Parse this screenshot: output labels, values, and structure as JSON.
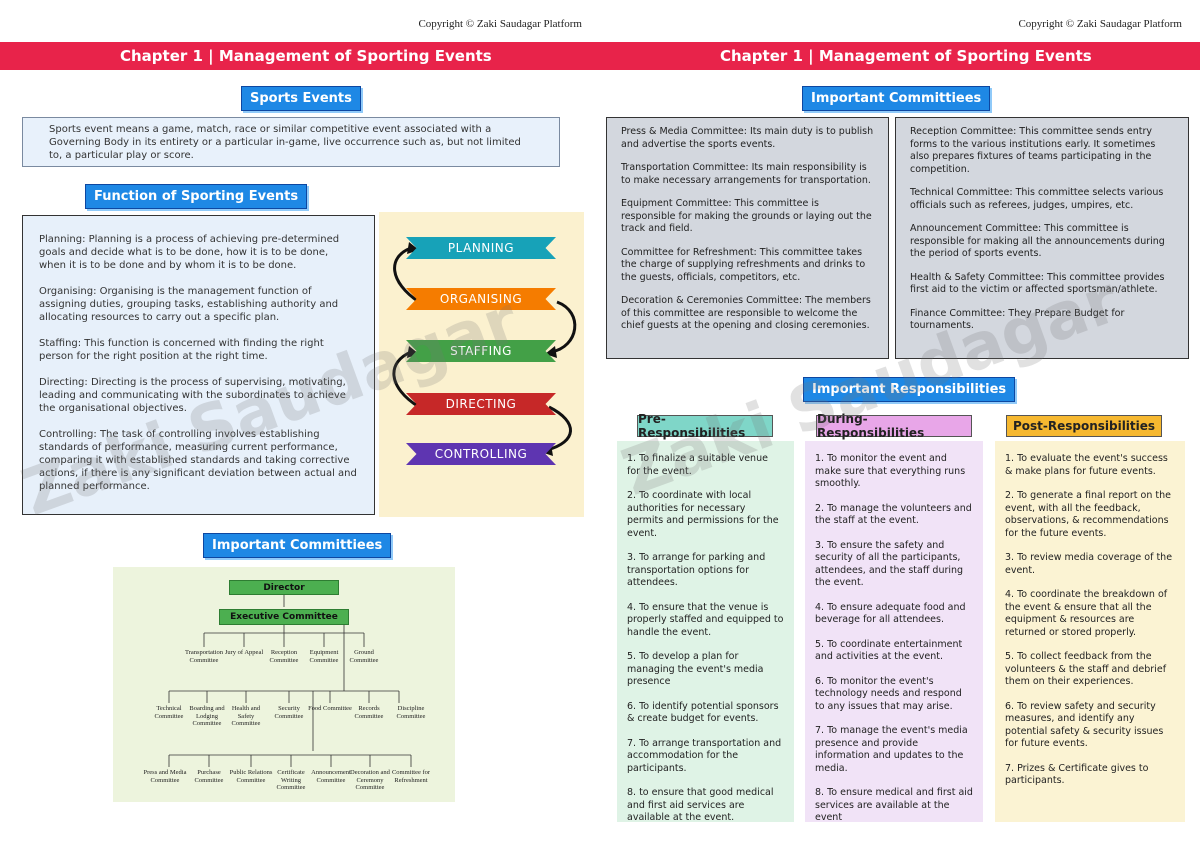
{
  "copyright": "Copyright © Zaki Saudagar Platform",
  "chapter_title": "Chapter 1 | Management of Sporting Events",
  "watermark": "Zaki Saudagar",
  "left": {
    "sports_events_title": "Sports Events",
    "definition": "Sports event means a game, match, race or similar competitive event associated with a Governing Body in its entirety or a particular in-game, live occurrence such as, but not limited to, a particular play or score.",
    "functions_title": "Function of Sporting Events",
    "functions": [
      "Planning: Planning is a process of achieving pre-determined goals and decide what is to be done, how it is to be done, when it is to be done and by whom it is to be done.",
      "Organising: Organising is the management function of assigning duties, grouping tasks, establishing authority and allocating resources to carry out a specific plan.",
      "Staffing: This function is concerned with finding the right person for the right position at the right time.",
      "Directing: Directing is the process of supervising, motivating, leading and communicating with the subordinates to achieve the organisational objectives.",
      "Controlling: The task of controlling involves establishing standards of performance, measuring current performance, comparing it with established standards and taking corrective actions, if there is any significant deviation between actual and planned performance."
    ],
    "cycle": [
      {
        "label": "PLANNING",
        "color": "#17a2b8"
      },
      {
        "label": "ORGANISING",
        "color": "#f57c00"
      },
      {
        "label": "STAFFING",
        "color": "#43a047"
      },
      {
        "label": "DIRECTING",
        "color": "#c62828"
      },
      {
        "label": "CONTROLLING",
        "color": "#5e35b1"
      }
    ],
    "committees_title": "Important Committiees",
    "org": {
      "director": "Director",
      "executive": "Executive Committee",
      "row1": [
        "Transportation Committee",
        "Jury of Appeal",
        "Reception Committee",
        "Equipment Committee",
        "Ground Committee"
      ],
      "row2": [
        "Technical Committee",
        "Boarding and Lodging Committee",
        "Health and Safety Committee",
        "Security Committee",
        "Food Committee",
        "Records Committee",
        "Discipline Committee"
      ],
      "row3": [
        "Press and Media Committee",
        "Purchase Committee",
        "Public Relations Committee",
        "Certificate Writing Committee",
        "Announcement Committee",
        "Decoration and Ceremony Committee",
        "Committee for Refreshment"
      ]
    }
  },
  "right": {
    "committees_title": "Important Committiees",
    "committees_left": [
      "Press & Media Committee: Its main duty is to publish and advertise the sports events.",
      "Transportation Committee: Its main responsibility is to make necessary arrangements for transportation.",
      "Equipment Committee: This committee is responsible for making the grounds or laying out the track and field.",
      "Committee for Refreshment: This committee takes the charge of supplying refreshments and drinks to the guests, officials, competitors, etc.",
      "Decoration & Ceremonies Committee: The members of this committee are responsible to welcome the chief guests at the opening and closing ceremonies."
    ],
    "committees_right": [
      "Reception Committee: This committee sends entry forms to the various institutions early. It sometimes also prepares fixtures of teams participating in the competition.",
      "Technical Committee: This committee selects various officials such as referees, judges, umpires, etc.",
      "Announcement Committee: This committee is responsible for making all the announcements during the period of sports events.",
      "Health & Safety Committee: This committee provides first aid to the victim or affected sportsman/athlete.",
      "Finance Committee: They Prepare Budget for tournaments."
    ],
    "responsibilities_title": "Important Responsibilities",
    "columns": [
      {
        "title": "Pre-Responsibilities",
        "head_color": "#7fd6c8",
        "body_color": "#dff3e6",
        "items": [
          "1. To finalize a suitable venue for the event.",
          "2. To coordinate with local authorities for necessary permits and permissions for the event.",
          "3. To arrange for parking and transportation options for attendees.",
          "4. To ensure that the venue is properly staffed and equipped to handle the event.",
          "5. To develop a plan for managing the event's media presence",
          "6. To identify potential sponsors & create budget for events.",
          "7. To arrange transportation and accommodation for the participants.",
          "8. to ensure that good medical and first aid services are available at the event."
        ]
      },
      {
        "title": "During-Responsibilities",
        "head_color": "#e8a6e8",
        "body_color": "#f1e3f7",
        "items": [
          "1. To monitor the event and make sure that everything runs smoothly.",
          "2. To manage the volunteers and the staff at the event.",
          "3. To ensure the safety and security of all the participants, attendees, and the staff during the event.",
          "4. To ensure adequate food and beverage for all attendees.",
          "5. To coordinate entertainment and activities at the event.",
          "6. To monitor the event's technology needs and respond to any issues that may arise.",
          "7. To manage the event's media presence and provide information and updates to the media.",
          "8. To ensure medical and first aid services are available at the event"
        ]
      },
      {
        "title": "Post-Responsibilities",
        "head_color": "#f6b830",
        "body_color": "#fbf3d3",
        "items": [
          "1. To evaluate the event's success & make plans for future events.",
          "2. To generate a final report on the event, with all the feedback, observations, & recommendations for the future events.",
          "3. To review media coverage of the event.",
          "4. To coordinate the breakdown of the event & ensure that all the equipment & resources are returned or stored properly.",
          "5. To collect feedback from the volunteers & the staff and debrief them on their experiences.",
          "6. To review safety and security measures, and identify any potential safety & security issues for future events.",
          "7. Prizes & Certificate gives to participants."
        ]
      }
    ]
  }
}
